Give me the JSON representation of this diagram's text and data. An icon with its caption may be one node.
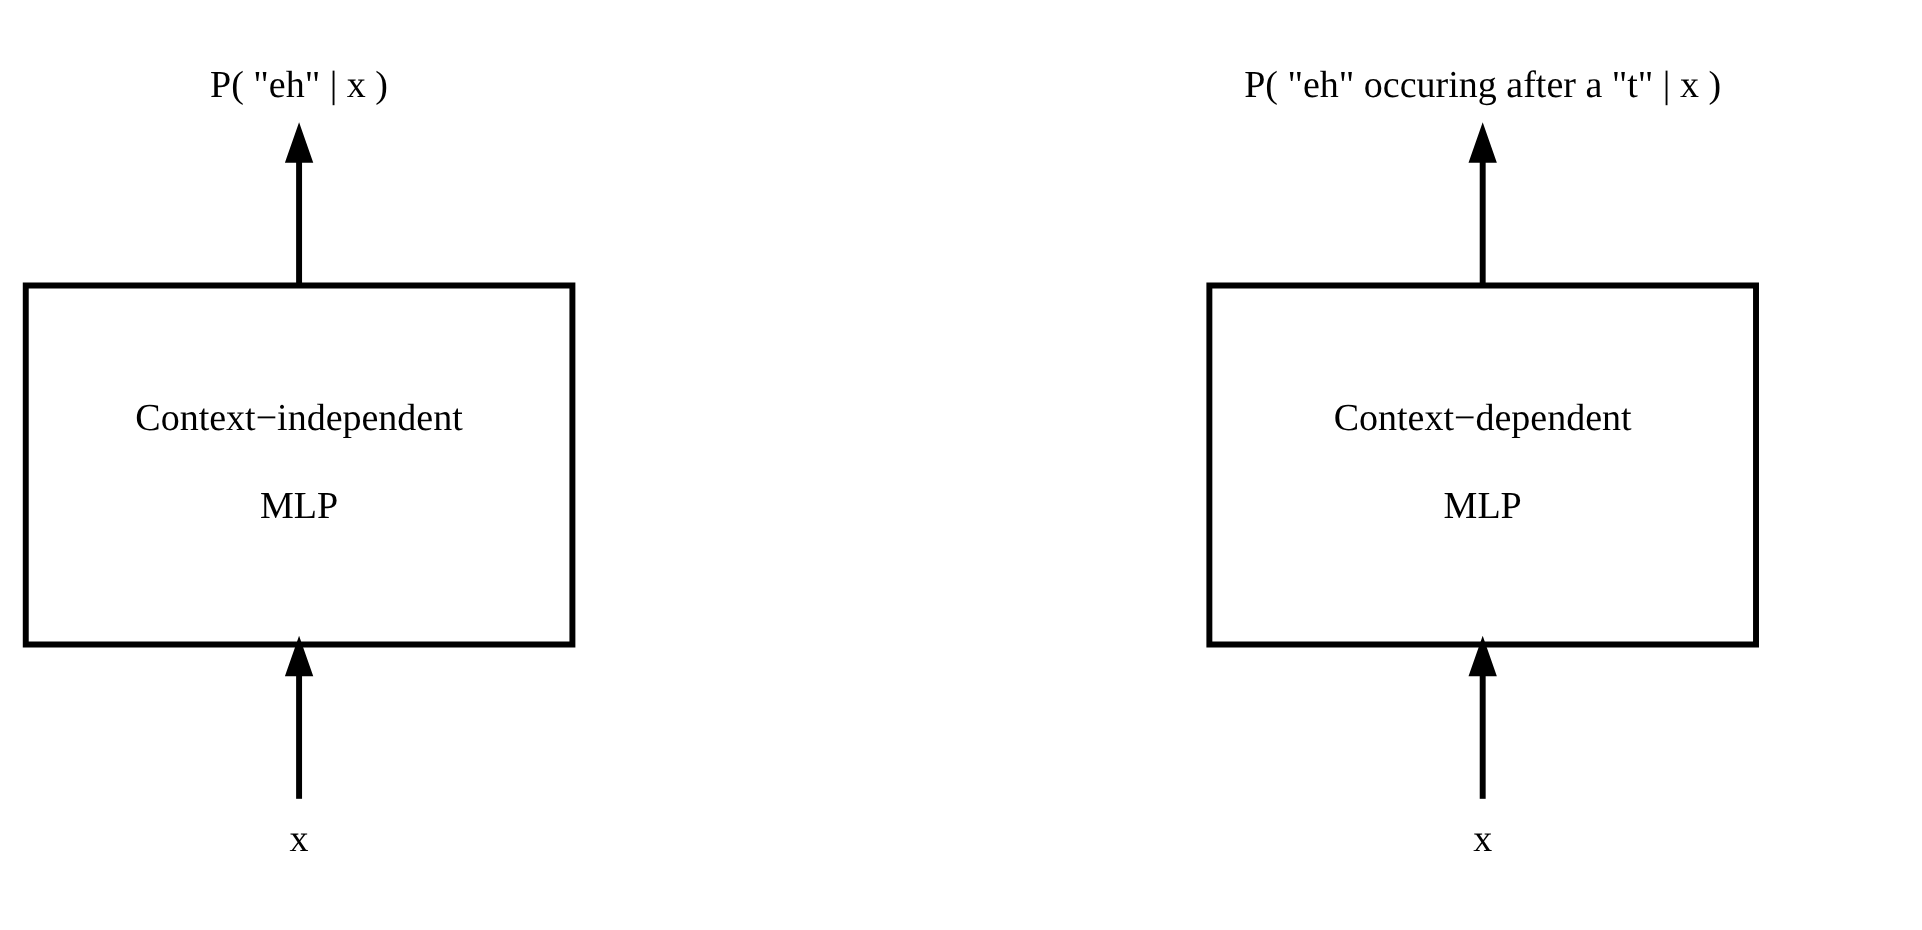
{
  "diagram": {
    "nodes": [
      {
        "text": [
          "P( \"eh\" | x )"
        ]
      },
      {
        "text": [
          "Context−independent",
          "MLP"
        ]
      },
      {
        "text": [
          "x"
        ]
      },
      {
        "text": [
          "P( \"eh\" occuring after a \"t\" | x )"
        ]
      },
      {
        "text": [
          "Context−dependent",
          "MLP"
        ]
      },
      {
        "text": [
          "x"
        ]
      }
    ],
    "edges": [
      {
        "from": 2,
        "to": 1,
        "arrow": "to"
      },
      {
        "from": 1,
        "to": 0,
        "arrow": "to"
      },
      {
        "from": 5,
        "to": 4,
        "arrow": "to"
      },
      {
        "from": 4,
        "to": 3,
        "arrow": "to"
      }
    ]
  }
}
